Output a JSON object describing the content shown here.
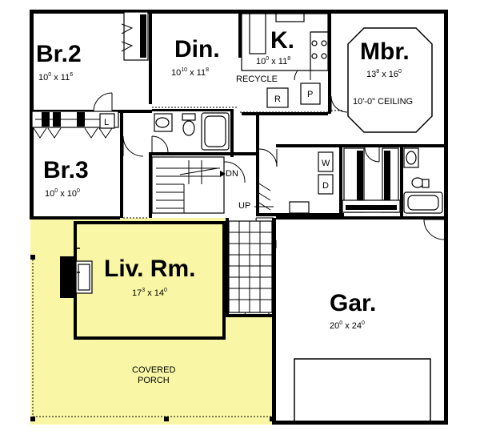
{
  "rooms": {
    "br2": {
      "name": "Br.2",
      "dim_a": "10",
      "dim_a_sup": "0",
      "dim_b": "11",
      "dim_b_sup": "6"
    },
    "din": {
      "name": "Din.",
      "dim_a": "10",
      "dim_a_sup": "10",
      "dim_b": "11",
      "dim_b_sup": "8"
    },
    "kit": {
      "name": "K.",
      "dim_a": "10",
      "dim_a_sup": "0",
      "dim_b": "11",
      "dim_b_sup": "8"
    },
    "mbr": {
      "name": "Mbr.",
      "dim_a": "13",
      "dim_a_sup": "8",
      "dim_b": "16",
      "dim_b_sup": "0",
      "note": "10'-0\" CEILING"
    },
    "br3": {
      "name": "Br.3",
      "dim_a": "10",
      "dim_a_sup": "0",
      "dim_b": "10",
      "dim_b_sup": "0"
    },
    "liv": {
      "name": "Liv. Rm.",
      "dim_a": "17",
      "dim_a_sup": "3",
      "dim_b": "14",
      "dim_b_sup": "0"
    },
    "gar": {
      "name": "Gar.",
      "dim_a": "20",
      "dim_a_sup": "0",
      "dim_b": "24",
      "dim_b_sup": "0"
    },
    "porch": {
      "line1": "COVERED",
      "line2": "PORCH"
    }
  },
  "labels": {
    "recycle": "RECYCLE",
    "r": "R",
    "p": "P",
    "l": "L",
    "w": "W",
    "d": "D",
    "dn": "DN",
    "up": "UP",
    "x": "x"
  },
  "colors": {
    "porch": "#f9f7a6",
    "wall": "#000000",
    "background": "#ffffff"
  }
}
